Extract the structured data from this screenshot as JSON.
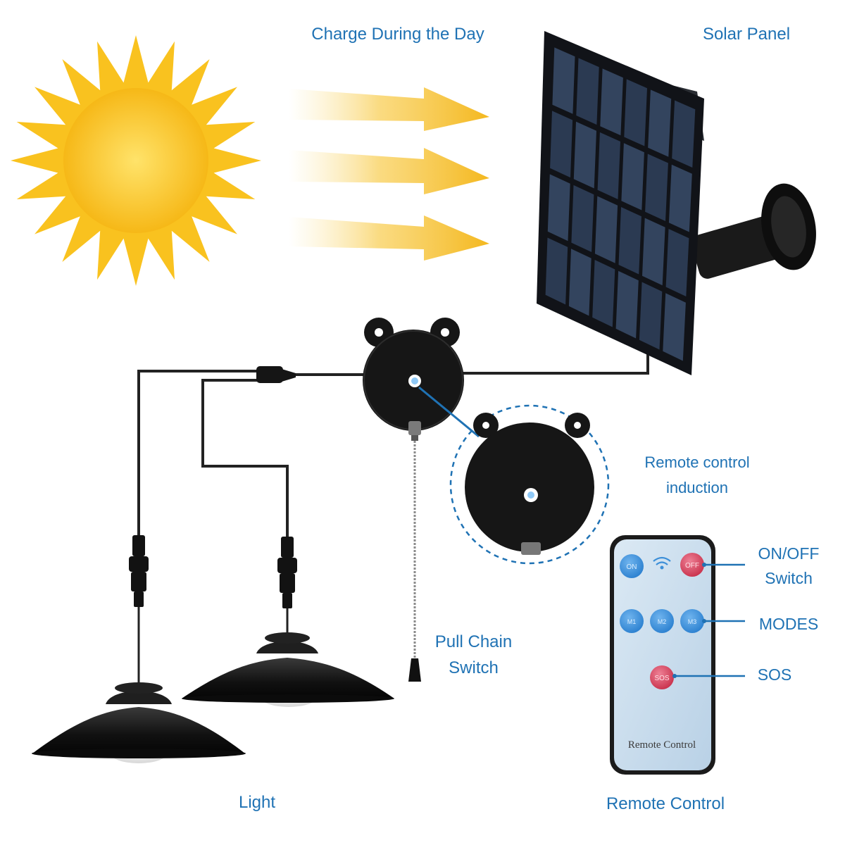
{
  "labels": {
    "charge": "Charge During the Day",
    "solar_panel": "Solar Panel",
    "remote_induction_1": "Remote control",
    "remote_induction_2": "induction",
    "onoff_1": "ON/OFF",
    "onoff_2": "Switch",
    "modes": "MODES",
    "sos": "SOS",
    "pull_chain_1": "Pull Chain",
    "pull_chain_2": "Switch",
    "light": "Light",
    "remote_control": "Remote Control"
  },
  "remote": {
    "on_button": "ON",
    "off_button": "OFF",
    "mode_buttons": [
      "M1",
      "M2",
      "M3"
    ],
    "sos_button": "SOS",
    "face_text": "Remote Control"
  },
  "colors": {
    "label_blue": "#1f72b4",
    "sun_yellow": "#f9c21f",
    "sun_core": "#fbd43a",
    "panel_dark": "#1c2029",
    "cell_blue": "#2e3f57",
    "hub_black": "#161616",
    "remote_body": "#c9dcec",
    "button_blue": "#2a7fcf",
    "button_red": "#c8304b"
  }
}
